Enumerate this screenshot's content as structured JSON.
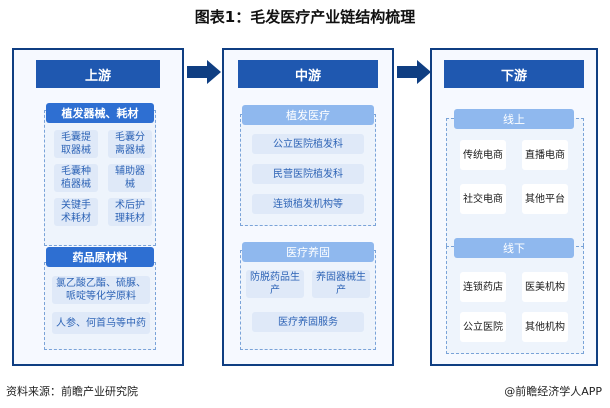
{
  "title": "图表1：毛发医疗产业链结构梳理",
  "upstream": {
    "header": "上游",
    "group1": {
      "label": "植发器械、耗材",
      "items": [
        "毛囊提取器械",
        "毛囊分离器械",
        "毛囊种植器械",
        "辅助器械",
        "关键手术耗材",
        "术后护理耗材"
      ]
    },
    "group2": {
      "label": "药品原材料",
      "items": [
        "氯乙酸乙酯、硫脲、哌啶等化学原料",
        "人参、何首乌等中药"
      ]
    }
  },
  "midstream": {
    "header": "中游",
    "group1": {
      "label": "植发医疗",
      "items": [
        "公立医院植发科",
        "民营医院植发科",
        "连锁植发机构等"
      ]
    },
    "group2": {
      "label": "医疗养固",
      "items": [
        "防脱药品生产",
        "养固器械生产",
        "医疗养固服务"
      ]
    }
  },
  "downstream": {
    "header": "下游",
    "group1": {
      "label": "线上",
      "items": [
        "传统电商",
        "直播电商",
        "社交电商",
        "其他平台"
      ]
    },
    "group2": {
      "label": "线下",
      "items": [
        "连锁药店",
        "医美机构",
        "公立医院",
        "其他机构"
      ]
    }
  },
  "footer": {
    "source": "资料来源：前瞻产业研究院",
    "brand": "@前瞻经济学人APP"
  },
  "colors": {
    "dark_navy": "#0f3e82",
    "header_blue": "#1f58b0",
    "pill_blue": "#2e6fd2",
    "light_pill": "#8fb8ee",
    "card_bg": "#dfe9f8"
  }
}
